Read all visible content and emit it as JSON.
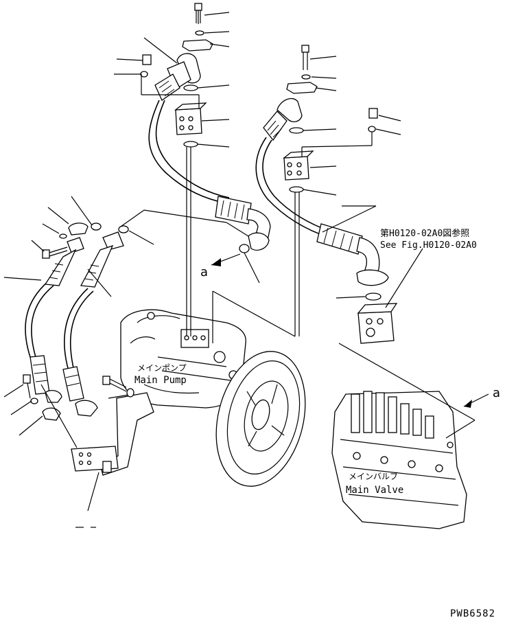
{
  "labels": {
    "main_pump_jp": "メインポンプ",
    "main_pump_en": "Main Pump",
    "main_valve_jp": "メインバルブ",
    "main_valve_en": "Main Valve",
    "ref_jp": "第H0120-02A0図参照",
    "ref_en": "See Fig.H0120-02A0",
    "mark_a1": "a",
    "mark_a2": "a",
    "drawing_code": "PWB6582"
  }
}
